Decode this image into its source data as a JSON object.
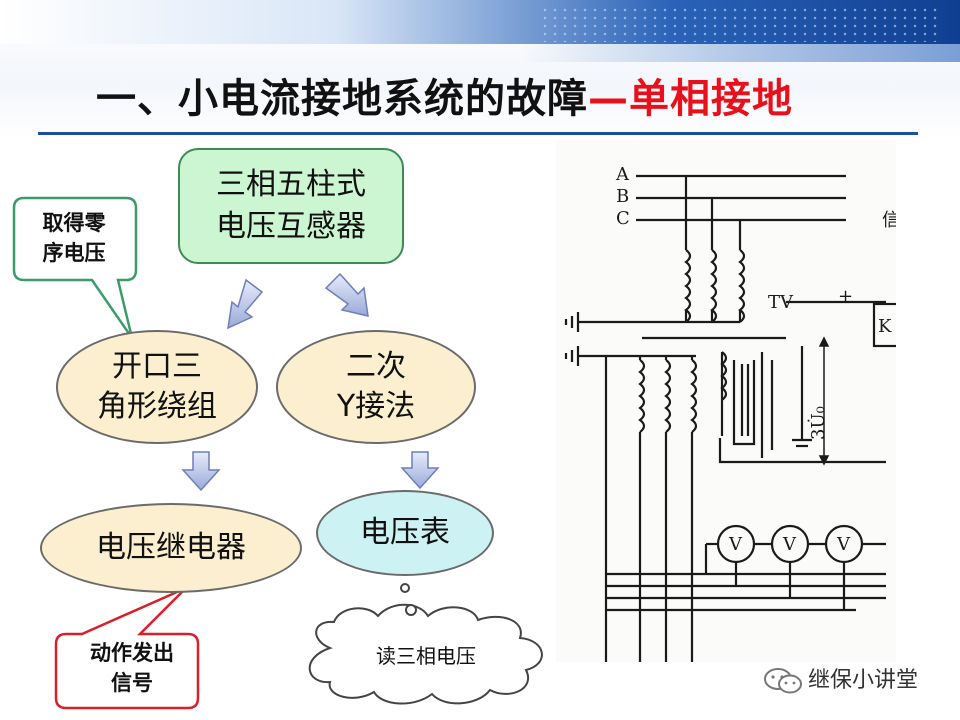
{
  "slide": {
    "title_main": "一、小电流接地系统的故障",
    "title_accent": "—单相接地",
    "accent_color": "#e8101a",
    "border_color": "#1c4fa0"
  },
  "flow": {
    "pt_line1": "三相五柱式",
    "pt_line2": "电压互感器",
    "open_delta_line1": "开口三",
    "open_delta_line2": "角形绕组",
    "secondary_line1": "二次",
    "secondary_line2": "Y接法",
    "relay": "电压继电器",
    "voltmeter": "电压表"
  },
  "callouts": {
    "zero_seq_line1": "取得零",
    "zero_seq_line2": "序电压",
    "signal_line1": "动作发出",
    "signal_line2": "信号",
    "read_voltage": "读三相电压"
  },
  "circuit": {
    "phase_a": "A",
    "phase_b": "B",
    "phase_c": "C",
    "tv_label": "TV",
    "plus_sign": "+",
    "relay_k": "K",
    "zero_voltage": "3U̇₀",
    "voltmeter_v": "V",
    "edge_char": "信"
  },
  "watermark": {
    "text": "继保小讲堂",
    "icon": "wechat-icon"
  }
}
